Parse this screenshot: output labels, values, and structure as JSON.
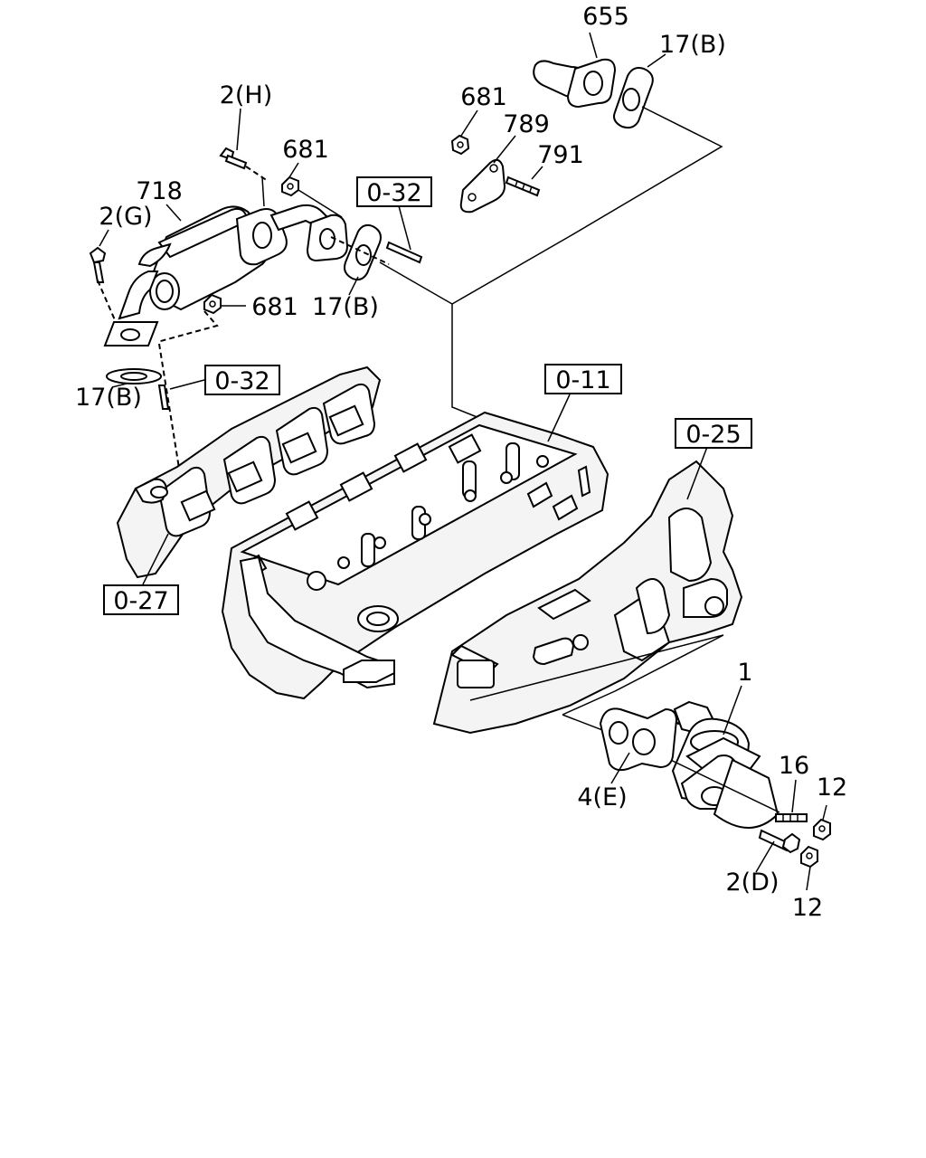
{
  "labels": {
    "l655": "655",
    "l17b_top": "17(B)",
    "l681_a": "681",
    "l789": "789",
    "l791": "791",
    "l2h": "2(H)",
    "l681_b": "681",
    "l718": "718",
    "l2g": "2(G)",
    "l681_c": "681",
    "l17b_mid": "17(B)",
    "l17b_left": "17(B)",
    "l1": "1",
    "l16": "16",
    "l12_a": "12",
    "l4e": "4(E)",
    "l2d": "2(D)",
    "l12_b": "12"
  },
  "refs": {
    "r032_a": "0-32",
    "r032_b": "0-32",
    "r011": "0-11",
    "r025": "0-25",
    "r027": "0-27"
  }
}
